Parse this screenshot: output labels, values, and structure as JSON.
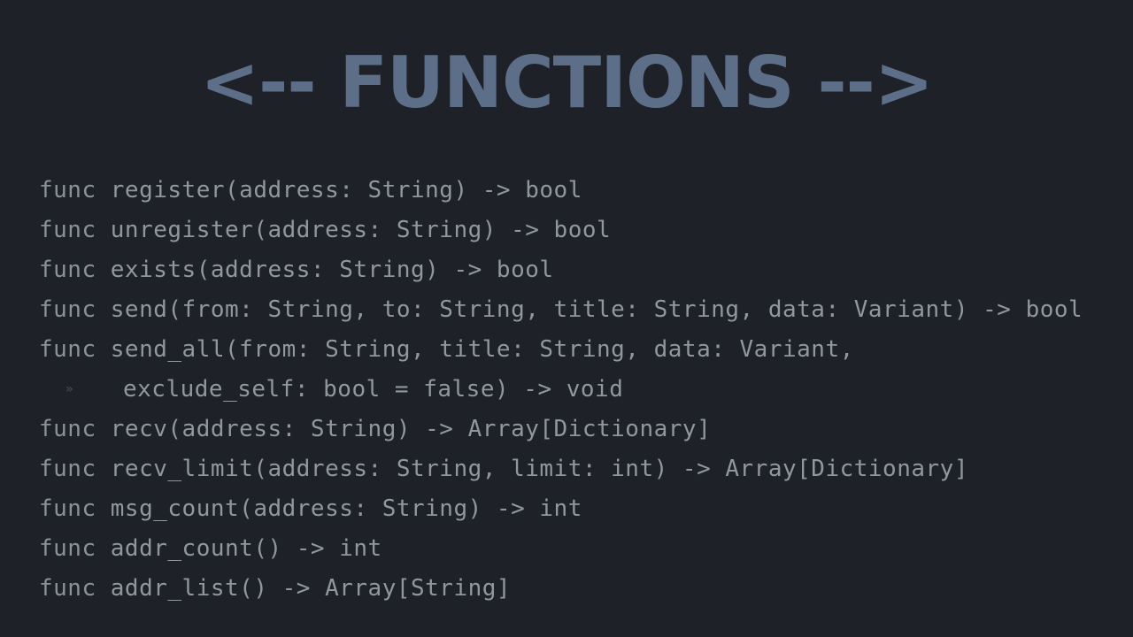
{
  "header": {
    "title": "<-- FUNCTIONS -->"
  },
  "code": {
    "lines": [
      {
        "keyword": "func",
        "text": "register(address: String) -> bool"
      },
      {
        "keyword": "func",
        "text": "unregister(address: String) -> bool"
      },
      {
        "keyword": "func",
        "text": "exists(address: String) -> bool"
      },
      {
        "keyword": "func",
        "text": "send(from: String, to: String, title: String, data: Variant) -> bool"
      },
      {
        "keyword": "func",
        "text": "send_all(from: String, title: String, data: Variant,"
      },
      {
        "indent_marker": "»",
        "text": "exclude_self: bool = false) -> void"
      },
      {
        "keyword": "func",
        "text": "recv(address: String) -> Array[Dictionary]"
      },
      {
        "keyword": "func",
        "text": "recv_limit(address: String, limit: int) -> Array[Dictionary]"
      },
      {
        "keyword": "func",
        "text": "msg_count(address: String) -> int"
      },
      {
        "keyword": "func",
        "text": "addr_count() -> int"
      },
      {
        "keyword": "func",
        "text": "addr_list() -> Array[String]"
      }
    ]
  },
  "colors": {
    "background": "#1e2127",
    "title": "#5d6e88",
    "code_text": "#9197a0",
    "indent_marker": "#4a4f58"
  }
}
